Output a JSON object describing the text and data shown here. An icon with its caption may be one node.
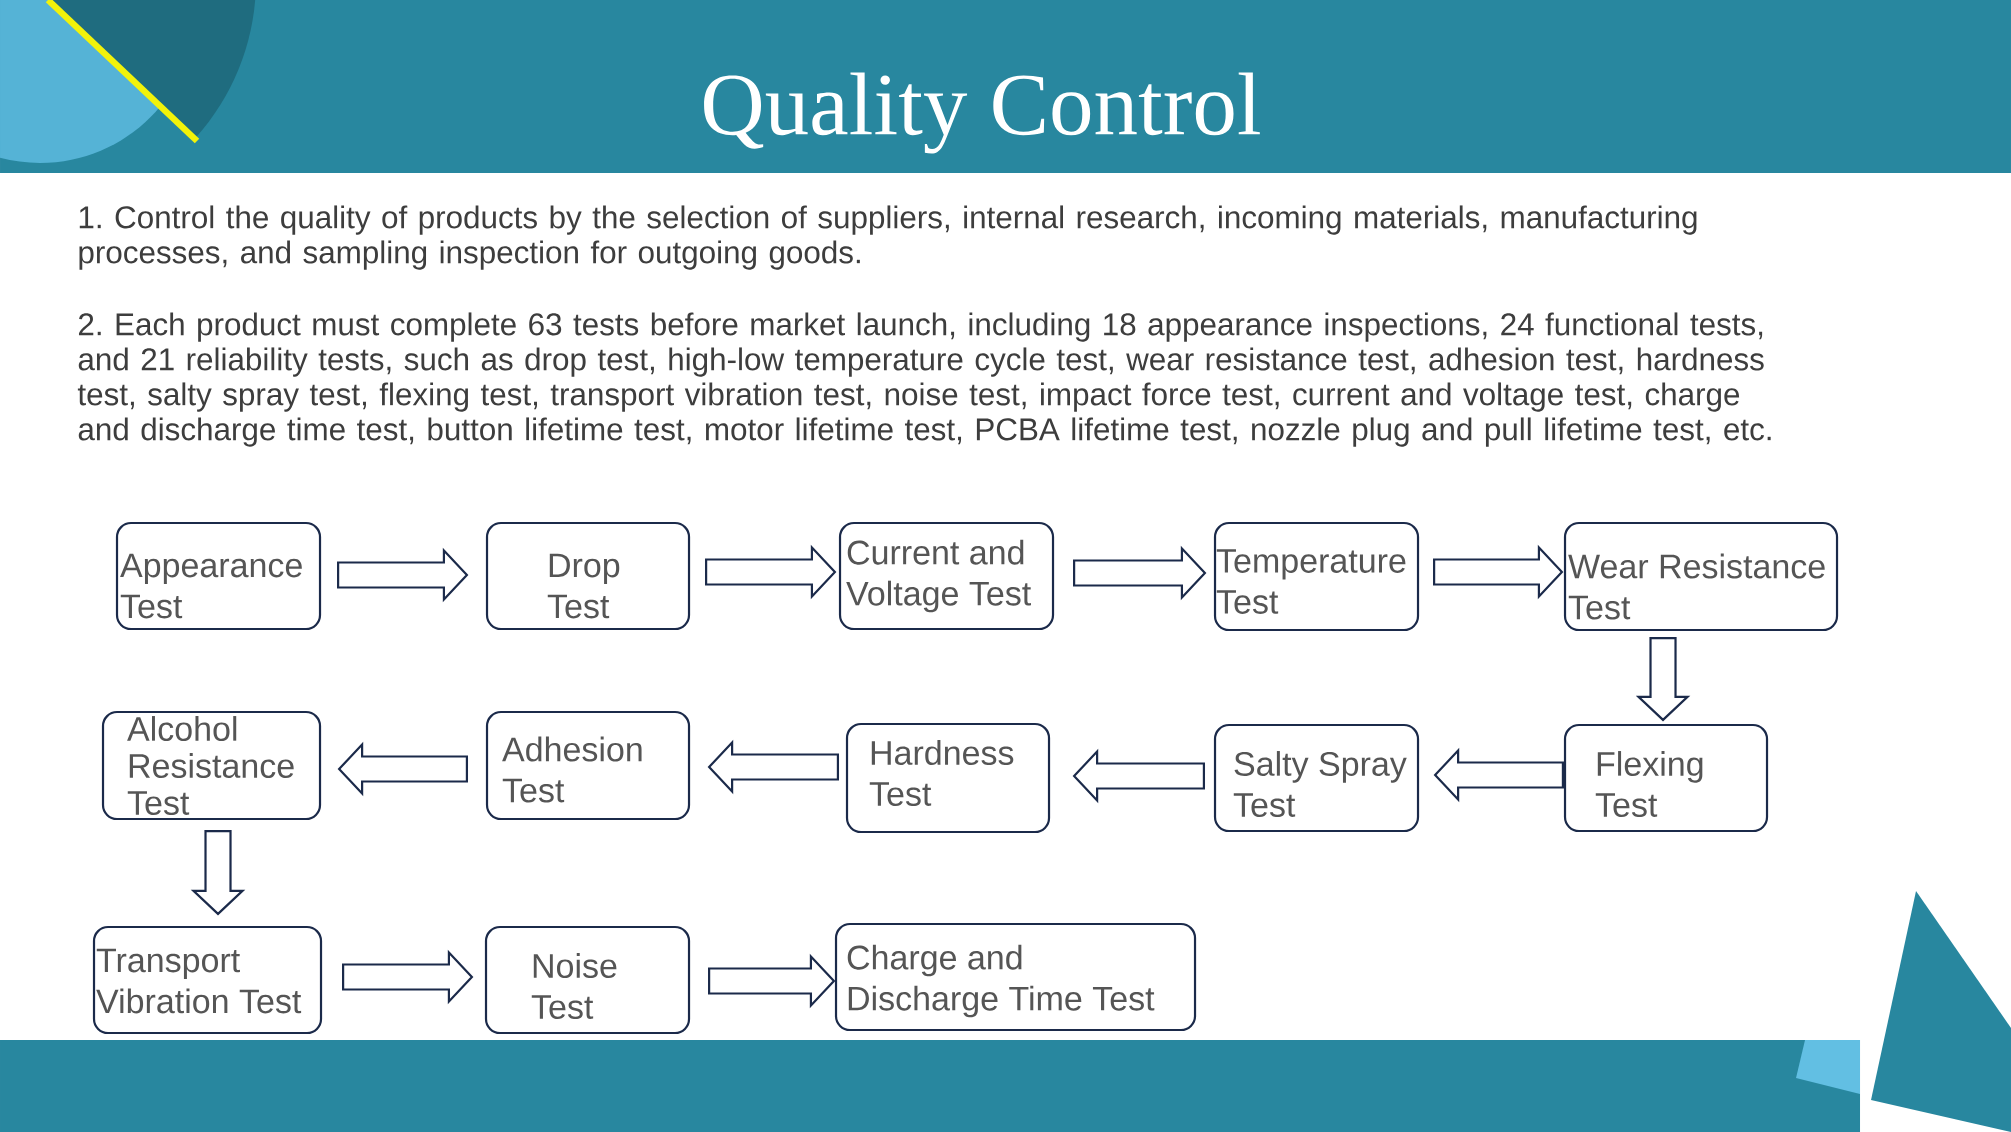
{
  "diagram": {
    "title": "Quality Control",
    "nodes": [
      {
        "text": [
          "Appearance Test"
        ]
      },
      {
        "text": [
          "Drop Test"
        ]
      },
      {
        "text": [
          "Current and Voltage Test"
        ]
      },
      {
        "text": [
          "Temperature Test"
        ]
      },
      {
        "text": [
          "Wear Resistance Test"
        ]
      },
      {
        "text": [
          "Flexing Test"
        ]
      },
      {
        "text": [
          "Salty Spray Test"
        ]
      },
      {
        "text": [
          "Hardness Test"
        ]
      },
      {
        "text": [
          "Adhesion Test"
        ]
      },
      {
        "text": [
          "Alcohol Resistance Test"
        ]
      },
      {
        "text": [
          "Transport Vibration Test"
        ]
      },
      {
        "text": [
          "Noise Test"
        ]
      },
      {
        "text": [
          "Charge and Discharge Time Test"
        ]
      }
    ],
    "edges": [
      {
        "from": 0,
        "to": 1,
        "arrow": "to"
      },
      {
        "from": 1,
        "to": 2,
        "arrow": "to"
      },
      {
        "from": 2,
        "to": 3,
        "arrow": "to"
      },
      {
        "from": 3,
        "to": 4,
        "arrow": "to"
      },
      {
        "from": 4,
        "to": 5,
        "arrow": "to"
      },
      {
        "from": 5,
        "to": 6,
        "arrow": "to"
      },
      {
        "from": 6,
        "to": 7,
        "arrow": "to"
      },
      {
        "from": 7,
        "to": 8,
        "arrow": "to"
      },
      {
        "from": 8,
        "to": 9,
        "arrow": "to"
      },
      {
        "from": 9,
        "to": 10,
        "arrow": "to"
      },
      {
        "from": 10,
        "to": 11,
        "arrow": "to"
      },
      {
        "from": 11,
        "to": 12,
        "arrow": "to"
      }
    ],
    "labels": [
      "1. Control the quality of products by the selection of suppliers, internal research, incoming materials, manufacturing processes, and sampling inspection for outgoing goods.",
      "2. Each product must complete 63 tests before market launch, including 18 appearance inspections, 24 functional tests, and 21 reliability tests, such as drop test, high-low temperature cycle test, wear resistance test, adhesion test, hardness test, salty spray test, flexing test, transport vibration test, noise test, impact force test, current and voltage test, charge and discharge time test, button lifetime test, motor lifetime test, PCBA lifetime test, nozzle plug and pull lifetime test, etc."
    ]
  }
}
